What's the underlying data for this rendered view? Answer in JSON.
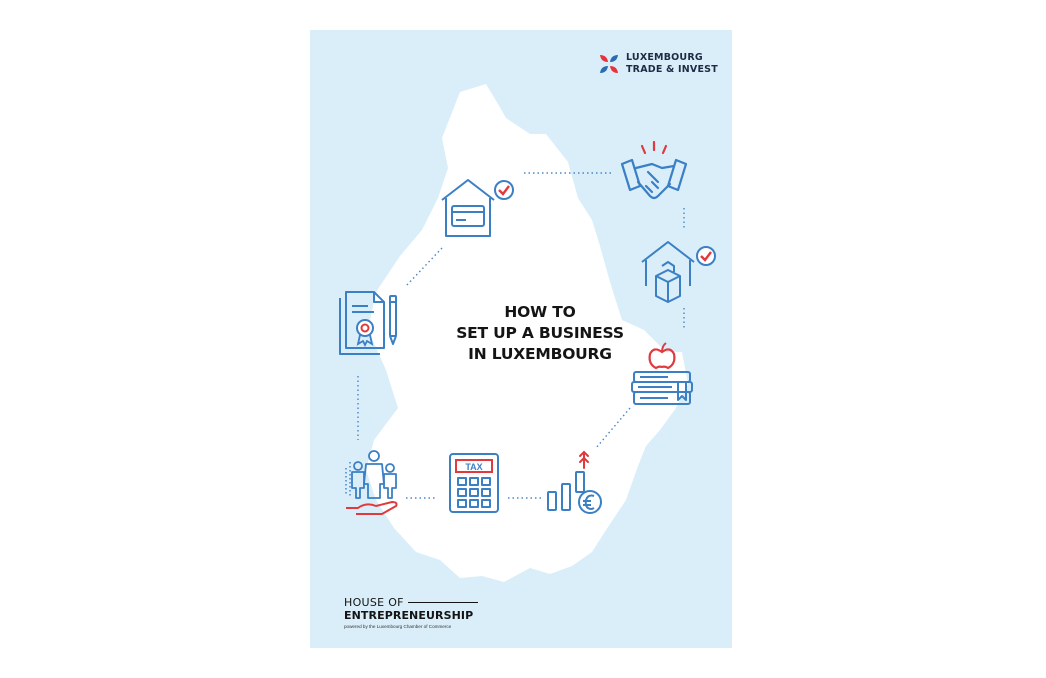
{
  "logo": {
    "line1": "LUXEMBOURG",
    "line2": "TRADE & INVEST",
    "colors": {
      "red": "#e8333c",
      "blue": "#2b6cb0"
    }
  },
  "title": {
    "line1": "HOW TO",
    "line2": "SET UP A BUSINESS",
    "line3": "IN LUXEMBOURG"
  },
  "icons": [
    {
      "name": "house-card-check-icon"
    },
    {
      "name": "handshake-icon"
    },
    {
      "name": "house-box-check-icon"
    },
    {
      "name": "document-seal-pen-icon"
    },
    {
      "name": "books-apple-icon"
    },
    {
      "name": "family-hand-icon"
    },
    {
      "name": "tax-calculator-icon",
      "label": "TAX"
    },
    {
      "name": "chart-euro-icon"
    }
  ],
  "footer": {
    "line1": "HOUSE OF",
    "line2": "ENTREPRENEURSHIP",
    "line3": "powered by the Luxembourg Chamber of Commerce"
  },
  "colors": {
    "background": "#d9eef9",
    "map": "#ffffff",
    "icon_blue": "#3b7fc4",
    "accent_red": "#e03a3e",
    "text": "#141414"
  }
}
